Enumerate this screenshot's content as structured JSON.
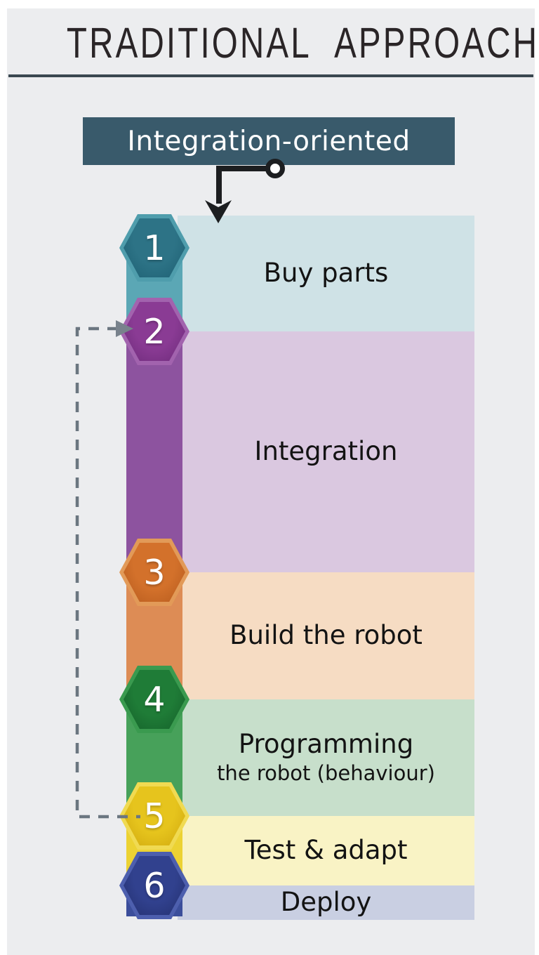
{
  "title": "TRADITIONAL APPROACH",
  "banner": {
    "label": "Integration-oriented",
    "bg": "#395a6b",
    "text_color": "#ffffff"
  },
  "connector": {
    "color": "#1c1e20"
  },
  "loop": {
    "from_step": "5",
    "to_step": "2",
    "color": "#6b7680",
    "arrow_color": "#78828c"
  },
  "colors": {
    "page_border": "#ffffff",
    "panel_bg": "#ecedef",
    "title_color": "#2a2527",
    "divider_color": "#3a4750"
  },
  "steps": [
    {
      "number": "1",
      "label": "Buy parts",
      "sublabel": "",
      "row_bg": "#cfe2e6",
      "strip_color": "#5ba7b5",
      "hex_rim": "#4f9dac",
      "hex_main": "#2d7386",
      "hex_dark": "#1d5f72"
    },
    {
      "number": "2",
      "label": "Integration",
      "sublabel": "",
      "row_bg": "#dac8e0",
      "strip_color": "#8d539f",
      "hex_rim": "#a263ae",
      "hex_main": "#8a3b94",
      "hex_dark": "#6c2a79"
    },
    {
      "number": "3",
      "label": "Build the robot",
      "sublabel": "",
      "row_bg": "#f6dcc3",
      "strip_color": "#dd8c55",
      "hex_rim": "#e29a58",
      "hex_main": "#d3712b",
      "hex_dark": "#b55a1d"
    },
    {
      "number": "4",
      "label": "Programming",
      "sublabel": "the robot (behaviour)",
      "row_bg": "#c7dfcb",
      "strip_color": "#47a15a",
      "hex_rim": "#3a9a4f",
      "hex_main": "#1f7c37",
      "hex_dark": "#145f29"
    },
    {
      "number": "5",
      "label": "Test & adapt",
      "sublabel": "",
      "row_bg": "#f9f3c5",
      "strip_color": "#ecd233",
      "hex_rim": "#f0da52",
      "hex_main": "#e6c41d",
      "hex_dark": "#cfa70e"
    },
    {
      "number": "6",
      "label": "Deploy",
      "sublabel": "",
      "row_bg": "#c9cfe2",
      "strip_color": "#3b4e9b",
      "hex_rim": "#4d5fae",
      "hex_main": "#31418e",
      "hex_dark": "#232f6e"
    }
  ]
}
